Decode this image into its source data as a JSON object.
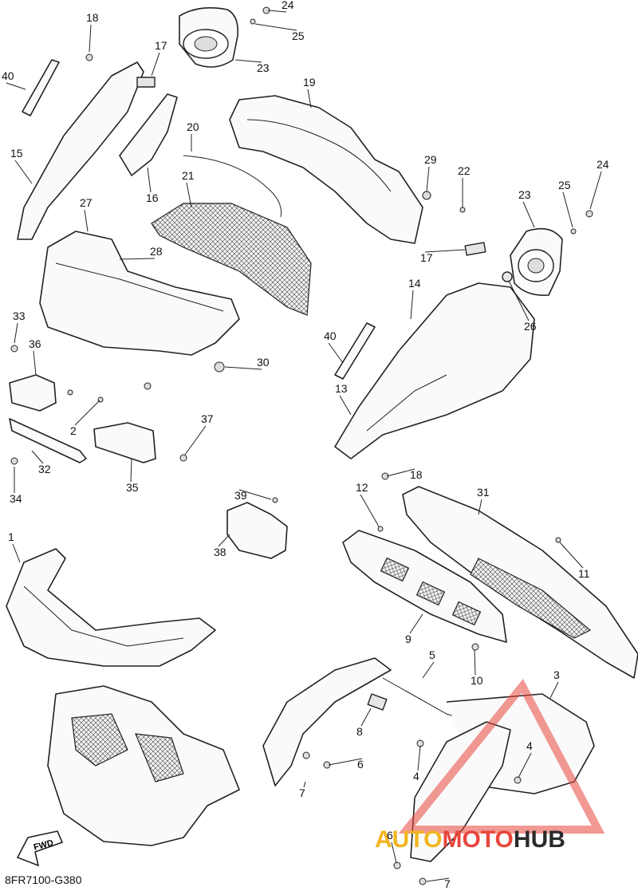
{
  "diagram": {
    "code": "8FR7100-G380",
    "fwd": "FWD",
    "watermark": {
      "part1": "AUTO",
      "part2": "MOTO",
      "part3": "HUB",
      "accent": "#e8453c",
      "gold": "#f2b51f",
      "dark": "#2b2b2b"
    },
    "labels": [
      {
        "n": "1"
      },
      {
        "n": "2"
      },
      {
        "n": "3"
      },
      {
        "n": "4"
      },
      {
        "n": "4"
      },
      {
        "n": "5"
      },
      {
        "n": "6"
      },
      {
        "n": "6"
      },
      {
        "n": "7"
      },
      {
        "n": "7"
      },
      {
        "n": "8"
      },
      {
        "n": "9"
      },
      {
        "n": "10"
      },
      {
        "n": "11"
      },
      {
        "n": "12"
      },
      {
        "n": "13"
      },
      {
        "n": "14"
      },
      {
        "n": "15"
      },
      {
        "n": "16"
      },
      {
        "n": "17"
      },
      {
        "n": "17"
      },
      {
        "n": "18"
      },
      {
        "n": "18"
      },
      {
        "n": "19"
      },
      {
        "n": "20"
      },
      {
        "n": "21"
      },
      {
        "n": "22"
      },
      {
        "n": "23"
      },
      {
        "n": "23"
      },
      {
        "n": "24"
      },
      {
        "n": "24"
      },
      {
        "n": "25"
      },
      {
        "n": "25"
      },
      {
        "n": "26"
      },
      {
        "n": "27"
      },
      {
        "n": "28"
      },
      {
        "n": "29"
      },
      {
        "n": "30"
      },
      {
        "n": "31"
      },
      {
        "n": "32"
      },
      {
        "n": "33"
      },
      {
        "n": "34"
      },
      {
        "n": "35"
      },
      {
        "n": "36"
      },
      {
        "n": "37"
      },
      {
        "n": "38"
      },
      {
        "n": "39"
      },
      {
        "n": "40"
      },
      {
        "n": "40"
      }
    ]
  }
}
